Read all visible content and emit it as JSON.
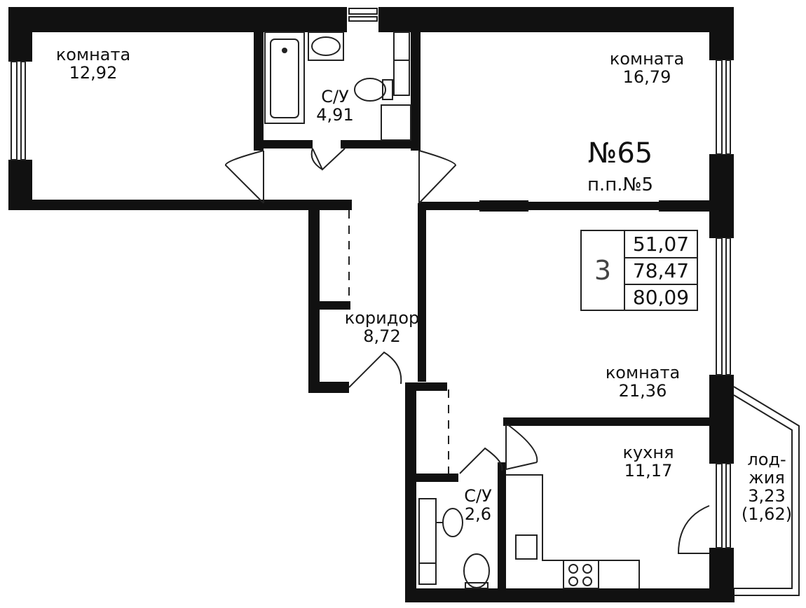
{
  "apartment": {
    "number": "№65",
    "subtitle": "п.п.№5",
    "rooms_count": "3",
    "areas": [
      "51,07",
      "78,47",
      "80,09"
    ]
  },
  "rooms": {
    "room1": {
      "name": "комната",
      "area": "12,92"
    },
    "bath1": {
      "name": "С/У",
      "area": "4,91"
    },
    "room2": {
      "name": "комната",
      "area": "16,79"
    },
    "corridor": {
      "name": "коридор",
      "area": "8,72"
    },
    "room3": {
      "name": "комната",
      "area": "21,36"
    },
    "kitchen": {
      "name": "кухня",
      "area": "11,17"
    },
    "bath2": {
      "name": "С/У",
      "area": "2,6"
    },
    "loggia": {
      "name_line1": "лод-",
      "name_line2": "жия",
      "area": "3,23",
      "area_reduced": "(1,62)"
    }
  },
  "colors": {
    "wall": "#111111",
    "line": "#222222",
    "background": "#ffffff"
  }
}
